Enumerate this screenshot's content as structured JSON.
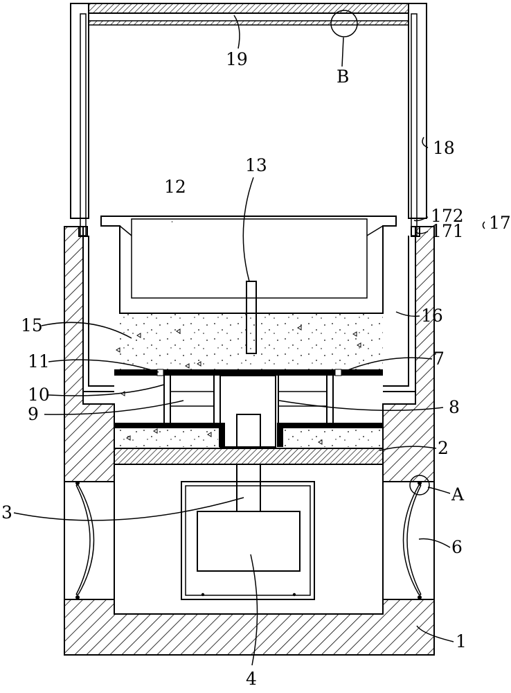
{
  "labels": {
    "l1": "1",
    "l2": "2",
    "l3": "3",
    "l4": "4",
    "l6": "6",
    "l7": "7",
    "l8": "8",
    "l9": "9",
    "l10": "10",
    "l11": "11",
    "l12": "12",
    "l13": "13",
    "l15": "15",
    "l16": "16",
    "l17": "17",
    "l18": "18",
    "l19": "19",
    "l171": "171",
    "l172": "172",
    "lA": "A",
    "lB": "B"
  }
}
